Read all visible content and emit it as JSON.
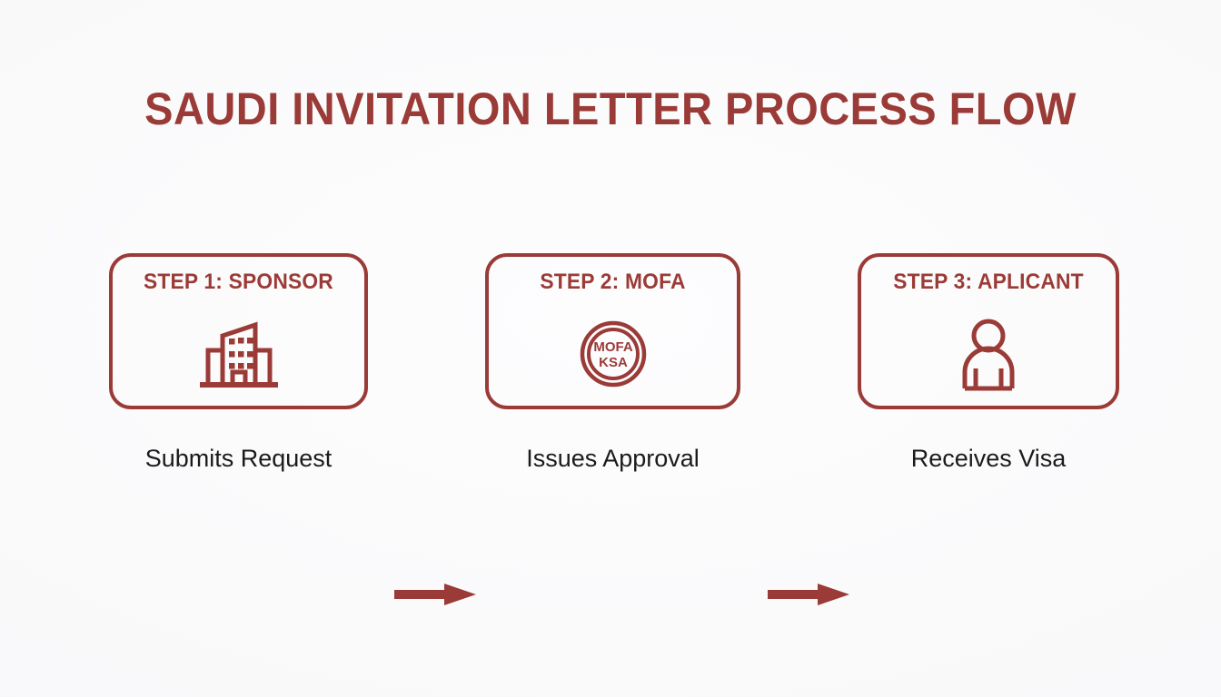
{
  "title": "SAUDI INVITATION LETTER PROCESS FLOW",
  "theme": {
    "accent": "#9b3b37",
    "background": "#fafafb",
    "caption_color": "#1b1b1b"
  },
  "steps": [
    {
      "label": "STEP 1: SPONSOR",
      "icon": "office-building-icon",
      "caption": "Submits Request"
    },
    {
      "label": "STEP 2: MOFA",
      "icon": "mofa-seal-icon",
      "seal_line1": "MOFA",
      "seal_line2": "KSA",
      "caption": "Issues Approval"
    },
    {
      "label": "STEP 3: APLICANT",
      "icon": "person-icon",
      "caption": "Receives Visa"
    }
  ],
  "connectors": [
    {
      "name": "arrow-step1-to-step2"
    },
    {
      "name": "arrow-step2-to-step3"
    }
  ]
}
